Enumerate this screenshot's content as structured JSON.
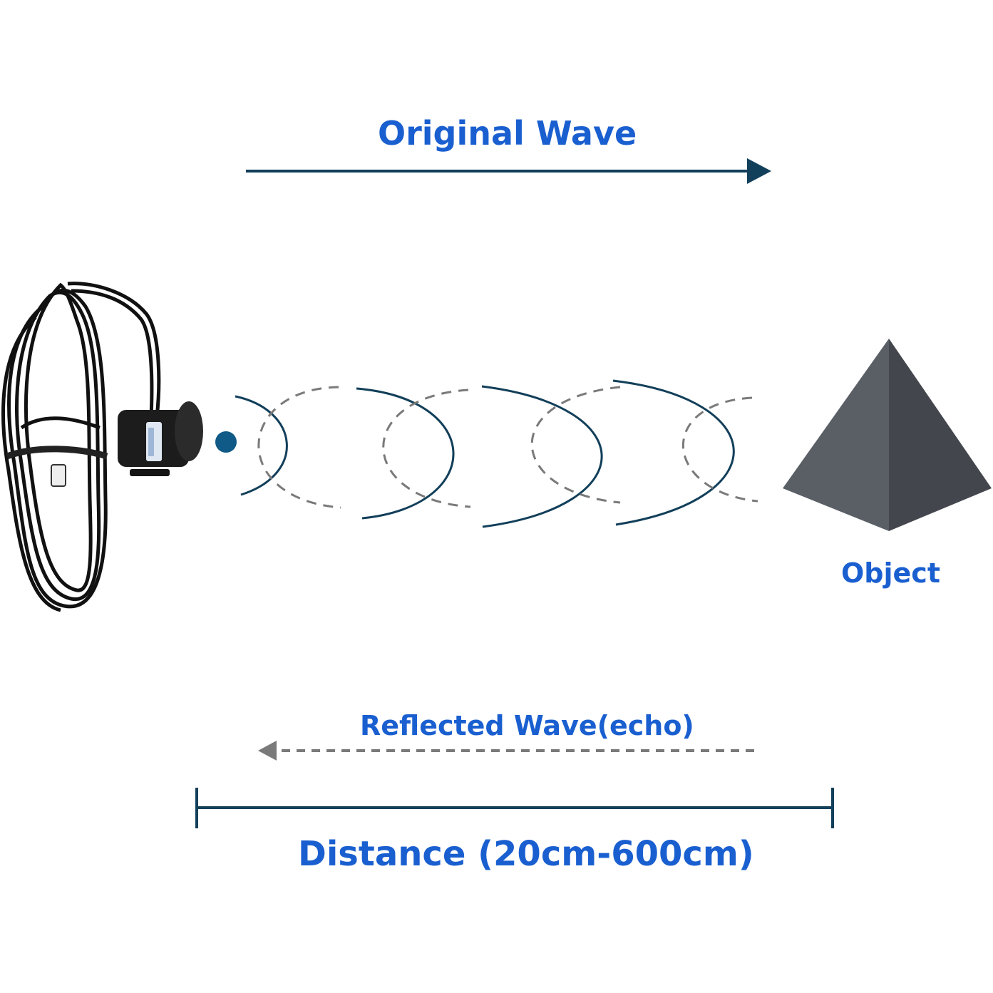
{
  "labels": {
    "original_wave": "Original Wave",
    "object": "Object",
    "reflected_wave": "Reflected Wave(echo)",
    "distance": "Distance (20cm-600cm)"
  },
  "colors": {
    "label_blue": "#1a5fd0",
    "wave_line": "#123f5a",
    "echo_gray": "#7a7a7a",
    "emitter_dot": "#0f5a86",
    "pyramid_left": "#5a5f66",
    "pyramid_right": "#43474d"
  },
  "icons": [
    "ultrasonic-sensor-icon",
    "emitter-dot-icon",
    "pyramid-object-icon"
  ]
}
